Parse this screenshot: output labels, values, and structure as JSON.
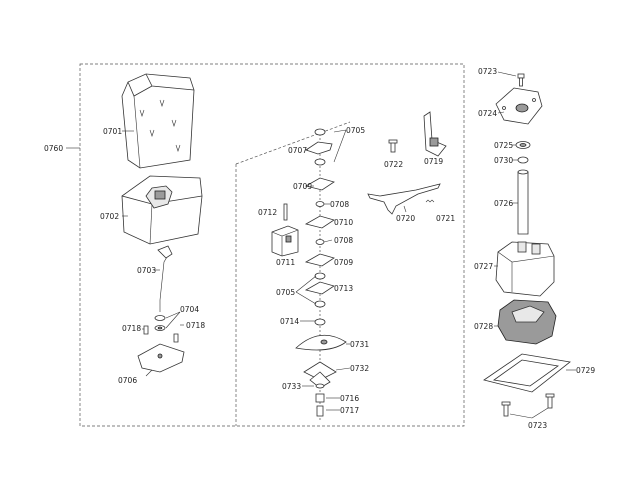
{
  "labels": {
    "p0760": "0760",
    "p0701": "0701",
    "p0702": "0702",
    "p0703": "0703",
    "p0704": "0704",
    "p0718a": "0718",
    "p0718b": "0718",
    "p0706": "0706",
    "p0705a": "0705",
    "p0707": "0707",
    "p0709a": "0709",
    "p0708a": "0708",
    "p0712": "0712",
    "p0710": "0710",
    "p0708b": "0708",
    "p0711": "0711",
    "p0709b": "0709",
    "p0705b": "0705",
    "p0713": "0713",
    "p0714": "0714",
    "p0731": "0731",
    "p0732": "0732",
    "p0733": "0733",
    "p0716": "0716",
    "p0717": "0717",
    "p0722": "0722",
    "p0719": "0719",
    "p0720": "0720",
    "p0721": "0721",
    "p0723a": "0723",
    "p0724": "0724",
    "p0725": "0725",
    "p0730": "0730",
    "p0726": "0726",
    "p0727": "0727",
    "p0728": "0728",
    "p0729": "0729",
    "p0723b": "0723"
  }
}
